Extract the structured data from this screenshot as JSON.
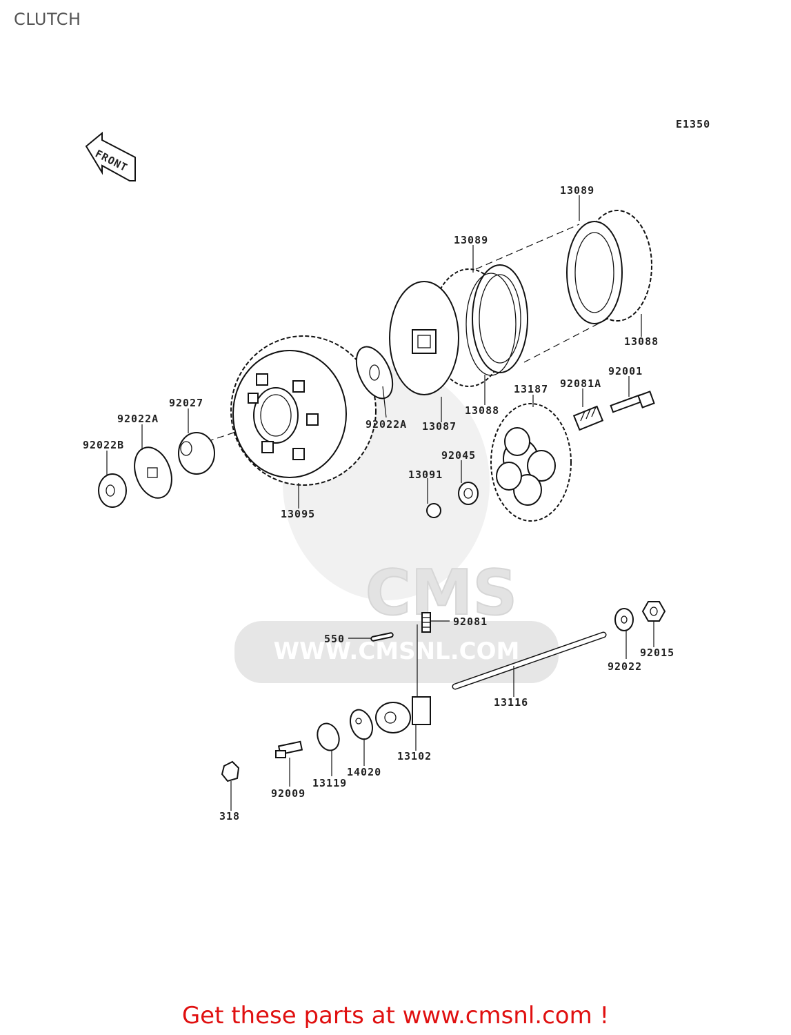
{
  "title": "CLUTCH",
  "diagram_code": "E1350",
  "front_marker": "FRONT",
  "watermark": {
    "brand": "CMS",
    "url": "WWW.CMSNL.COM"
  },
  "footer": "Get these parts at www.cmsnl.com !",
  "parts": {
    "p13089a": "13089",
    "p13089b": "13089",
    "p13088a": "13088",
    "p13088b": "13088",
    "p13087": "13087",
    "p92022a_top": "92022A",
    "p13187": "13187",
    "p92081a": "92081A",
    "p92001": "92001",
    "p92027": "92027",
    "p92022a": "92022A",
    "p92022b": "92022B",
    "p92045": "92045",
    "p13091": "13091",
    "p13095": "13095",
    "p92081": "92081",
    "p550": "550",
    "p92022": "92022",
    "p92015": "92015",
    "p13116": "13116",
    "p13102": "13102",
    "p14020": "14020",
    "p13119": "13119",
    "p92009": "92009",
    "p318": "318"
  }
}
